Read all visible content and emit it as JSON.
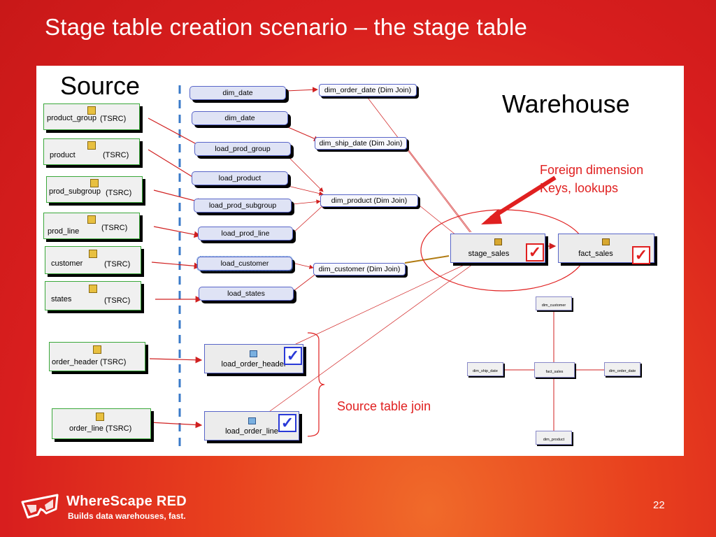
{
  "slide": {
    "title": "Stage table creation scenario – the stage table",
    "page_number": "22",
    "colors": {
      "background": "#d81e1e",
      "accent_red": "#e02020",
      "node_border": "#5865c8",
      "source_border": "#3aa83a",
      "check_blue": "#2a3ad8"
    }
  },
  "diagram": {
    "source_heading": "Source",
    "warehouse_heading": "Warehouse",
    "annotation_fk": [
      "Foreign dimension",
      "Keys, lookups"
    ],
    "annotation_join": "Source table join",
    "sources": [
      {
        "name": "product_group",
        "tag": "(TSRC)"
      },
      {
        "name": "product",
        "tag": "(TSRC)"
      },
      {
        "name": "prod_subgroup",
        "tag": "(TSRC)"
      },
      {
        "name": "prod_line",
        "tag": "(TSRC)"
      },
      {
        "name": "customer",
        "tag": "(TSRC)"
      },
      {
        "name": "states",
        "tag": "(TSRC)"
      },
      {
        "name": "order_header (TSRC)",
        "tag": ""
      },
      {
        "name": "order_line (TSRC)",
        "tag": ""
      }
    ],
    "loads": [
      "dim_date",
      "dim_date",
      "load_prod_group",
      "load_product",
      "load_prod_subgroup",
      "load_prod_line",
      "load_customer",
      "load_states"
    ],
    "dim_joins": [
      "dim_order_date (Dim Join)",
      "dim_ship_date (Dim Join)",
      "dim_product (Dim Join)",
      "dim_customer (Dim Join)"
    ],
    "order_loads": [
      "load_order_header",
      "load_order_line"
    ],
    "stage": "stage_sales",
    "fact": "fact_sales",
    "star": {
      "center": "fact_sales",
      "top": "dim_customer",
      "left": "dim_ship_date",
      "right": "dim_order_date",
      "bottom": "dim_product"
    },
    "check_glyph": "✓"
  },
  "footer": {
    "brand": "WhereScape RED",
    "tagline": "Builds data warehouses, fast.",
    "logo_icon": "wherescape-3d-glasses-logo"
  }
}
